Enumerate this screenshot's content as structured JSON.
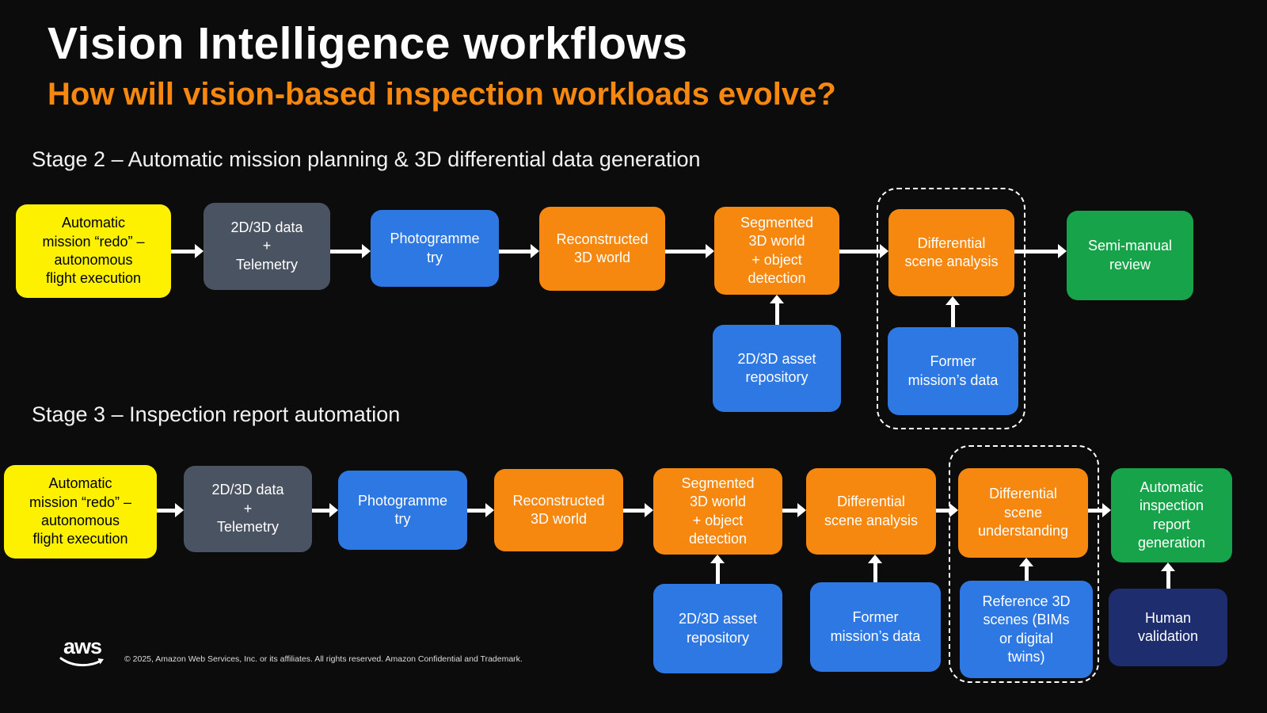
{
  "header": {
    "title": "Vision Intelligence workflows",
    "subtitle": "How will vision-based inspection workloads evolve?"
  },
  "stage2": {
    "label": "Stage 2 – Automatic mission planning & 3D differential data generation",
    "flow": [
      {
        "color": "yellow",
        "text": "Automatic\nmission “redo” –\nautonomous\nflight execution"
      },
      {
        "color": "gray",
        "text": "2D/3D data\n+\nTelemetry"
      },
      {
        "color": "blue",
        "text": "Photogramme\ntry"
      },
      {
        "color": "orange",
        "text": "Reconstructed\n3D world"
      },
      {
        "color": "orange",
        "text": "Segmented\n3D world\n+ object\ndetection"
      },
      {
        "color": "orange",
        "text": "Differential\nscene analysis"
      },
      {
        "color": "green",
        "text": "Semi-manual\nreview"
      }
    ],
    "inputs": [
      {
        "color": "blue",
        "text": "2D/3D asset\nrepository"
      },
      {
        "color": "blue",
        "text": "Former\nmission’s data"
      }
    ]
  },
  "stage3": {
    "label": "Stage 3 – Inspection report automation",
    "flow": [
      {
        "color": "yellow",
        "text": "Automatic\nmission “redo” –\nautonomous\nflight execution"
      },
      {
        "color": "gray",
        "text": "2D/3D data\n+\nTelemetry"
      },
      {
        "color": "blue",
        "text": "Photogramme\ntry"
      },
      {
        "color": "orange",
        "text": "Reconstructed\n3D world"
      },
      {
        "color": "orange",
        "text": "Segmented\n3D world\n+ object\ndetection"
      },
      {
        "color": "orange",
        "text": "Differential\nscene analysis"
      },
      {
        "color": "orange",
        "text": "Differential\nscene\nunderstanding"
      },
      {
        "color": "green",
        "text": "Automatic\ninspection\nreport\ngeneration"
      }
    ],
    "inputs": [
      {
        "color": "blue",
        "text": "2D/3D asset\nrepository"
      },
      {
        "color": "blue",
        "text": "Former\nmission’s data"
      },
      {
        "color": "blue",
        "text": "Reference 3D\nscenes (BIMs\nor digital\ntwins)"
      },
      {
        "color": "navy",
        "text": "Human\nvalidation"
      }
    ]
  },
  "footer": {
    "logo_text": "aws",
    "copyright": "© 2025, Amazon Web Services, Inc. or its affiliates. All rights reserved. Amazon Confidential and Trademark."
  },
  "colors": {
    "background": "#0C0C0C",
    "yellow": "#FDF100",
    "gray": "#4A5361",
    "blue": "#2E78E4",
    "orange": "#F6870F",
    "green": "#16A34A",
    "navy": "#1D2D6E",
    "accent_orange": "#F6870F",
    "arrow": "#FFFFFF",
    "dashed_border": "#FFFFFF"
  }
}
